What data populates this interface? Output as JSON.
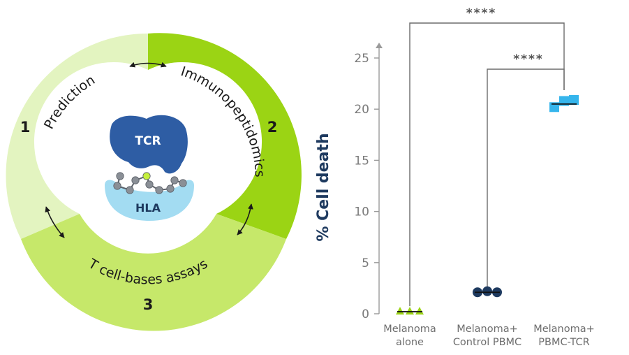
{
  "cycle": {
    "segments": [
      {
        "number": "1",
        "label": "Prediction",
        "color": "#e3f4c0"
      },
      {
        "number": "2",
        "label": "Immunopeptidomics",
        "color": "#9bd414"
      },
      {
        "number": "3",
        "label": "T cell-bases assays",
        "color": "#c6e86a"
      }
    ],
    "center": {
      "tcr_label": "TCR",
      "hla_label": "HLA"
    },
    "colors": {
      "tcr": "#2e5da4",
      "hla": "#a3dcf2",
      "peptide": "#8a8f96",
      "peptide_highlight": "#c5f03c"
    }
  },
  "chart_data": {
    "type": "scatter",
    "ylabel": "% Cell death",
    "ylim": [
      0,
      25
    ],
    "yticks": [
      "0",
      "5",
      "10",
      "15",
      "20",
      "25"
    ],
    "categories": [
      "Melanoma alone",
      "Melanoma+ Control PBMC",
      "Melanoma+ PBMC-TCR"
    ],
    "category_lines": [
      [
        "Melanoma",
        "alone"
      ],
      [
        "Melanoma+",
        "Control PBMC"
      ],
      [
        "Melanoma+",
        "PBMC-TCR"
      ]
    ],
    "groups": [
      {
        "values": [
          0.2,
          0.2,
          0.2
        ],
        "mean": 0.2,
        "marker": "triangle",
        "color": "#9bd414"
      },
      {
        "values": [
          2.1,
          2.2,
          2.1
        ],
        "mean": 2.1,
        "marker": "circle",
        "color": "#1e3a5f"
      },
      {
        "values": [
          20.2,
          20.8,
          20.9
        ],
        "mean": 20.5,
        "marker": "square",
        "color": "#35b5ec"
      }
    ],
    "significance": [
      {
        "from": 0,
        "to": 2,
        "label": "****"
      },
      {
        "from": 1,
        "to": 2,
        "label": "****"
      }
    ],
    "axis_color": "#9a9a9a",
    "ylabel_color": "#1e3a5f"
  }
}
